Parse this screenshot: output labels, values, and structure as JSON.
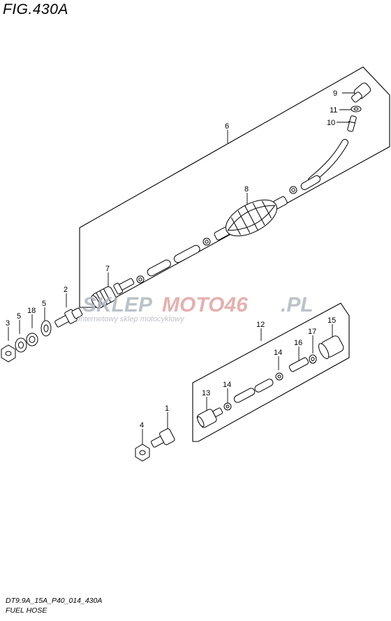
{
  "figure": {
    "title": "FIG.430A"
  },
  "footer": {
    "code": "DT9.9A_15A_P40_014_430A",
    "caption": "FUEL HOSE"
  },
  "watermark": {
    "text_a": "SKLEP",
    "text_b": "MOTO46",
    "text_c": ".PL",
    "subtitle": "Internetowy sklep motocyklowy",
    "color_a": "#b0b8bf",
    "color_b": "#e2a3a3"
  },
  "callouts": [
    "9",
    "11",
    "10",
    "6",
    "8",
    "7",
    "2",
    "3",
    "5",
    "18",
    "5",
    "12",
    "15",
    "17",
    "16",
    "14",
    "14",
    "13",
    "1",
    "4"
  ]
}
